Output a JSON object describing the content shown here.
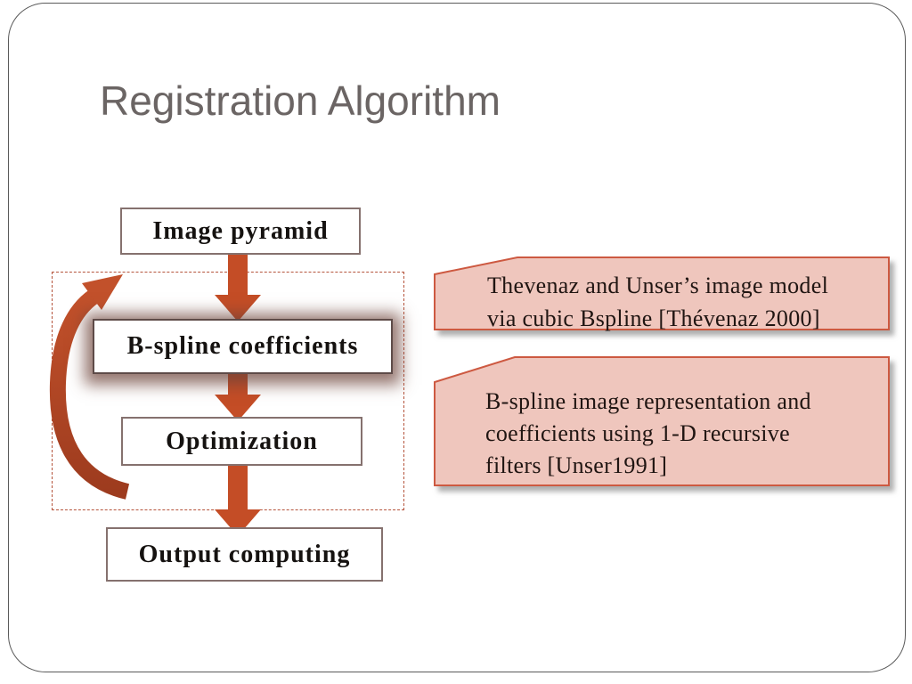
{
  "slide": {
    "title": "Registration Algorithm"
  },
  "flowchart": {
    "boxes": [
      {
        "id": "image-pyramid",
        "label": "Image pyramid"
      },
      {
        "id": "bspline-coefficients",
        "label": "B-spline coefficients"
      },
      {
        "id": "optimization",
        "label": "Optimization"
      },
      {
        "id": "output-computing",
        "label": "Output computing"
      }
    ],
    "arrows": [
      "down",
      "down",
      "down",
      "loop-back"
    ]
  },
  "callouts": [
    {
      "lines": [
        "Thevenaz and Unser’s image model",
        "via cubic Bspline [Thévenaz 2000]"
      ]
    },
    {
      "lines": [
        "B-spline image representation and",
        "coefficients using 1-D recursive",
        "filters [Unser1991]"
      ]
    }
  ],
  "colors": {
    "arrow_accent": "#C44D26",
    "arrow_dark": "#9D3B1E",
    "callout_fill": "#EFC6BD",
    "callout_border": "#CD5941",
    "box_border": "#85716E",
    "bspline_box_border": "#5E4B48",
    "bspline_glow": "#6E4239",
    "dashed_border": "#B5543C",
    "title_color": "#6B6564",
    "body_text_color": "#201512",
    "slide_frame_border": "#5A5A5A",
    "background": "#FFFFFF"
  }
}
